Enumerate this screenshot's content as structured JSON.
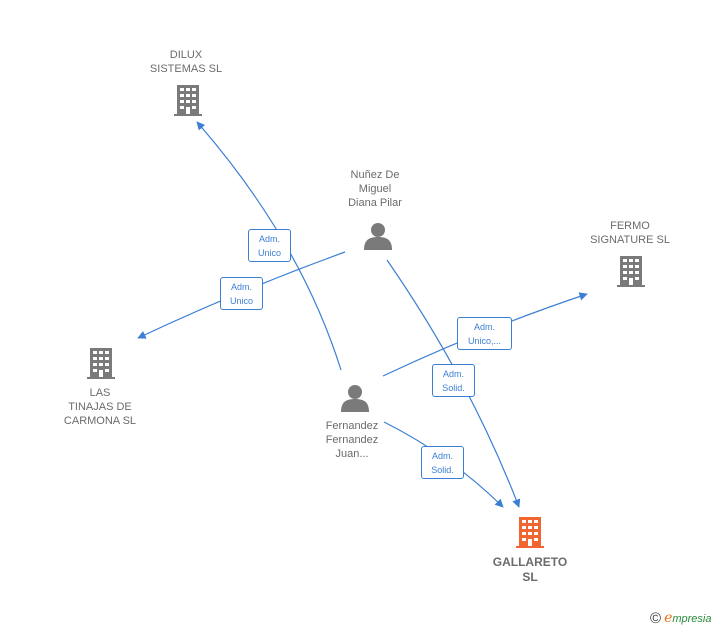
{
  "nodes": {
    "dilux": {
      "label": "DILUX\nSISTEMAS  SL",
      "type": "company"
    },
    "fermo": {
      "label": "FERMO\nSIGNATURE  SL",
      "type": "company"
    },
    "tinajas": {
      "label": "LAS\nTINAJAS DE\nCARMONA  SL",
      "type": "company"
    },
    "gallareto": {
      "label": "GALLARETO\nSL",
      "type": "company-main"
    },
    "nunez": {
      "label": "Nuñez De\nMiguel\nDiana Pilar",
      "type": "person"
    },
    "fernandez": {
      "label": "Fernandez\nFernandez\nJuan...",
      "type": "person"
    }
  },
  "edges": {
    "e1": {
      "label": "Adm.\nUnico"
    },
    "e2": {
      "label": "Adm.\nUnico"
    },
    "e3": {
      "label": "Adm.\nUnico,..."
    },
    "e4": {
      "label": "Adm.\nSolid."
    },
    "e5": {
      "label": "Adm.\nSolid."
    }
  },
  "colors": {
    "edge": "#3b7fd4",
    "node": "#7a7a7a",
    "main_node": "#f26430"
  },
  "footer": {
    "copyright": "©",
    "brand_initial": "e",
    "brand_rest": "mpresia"
  }
}
